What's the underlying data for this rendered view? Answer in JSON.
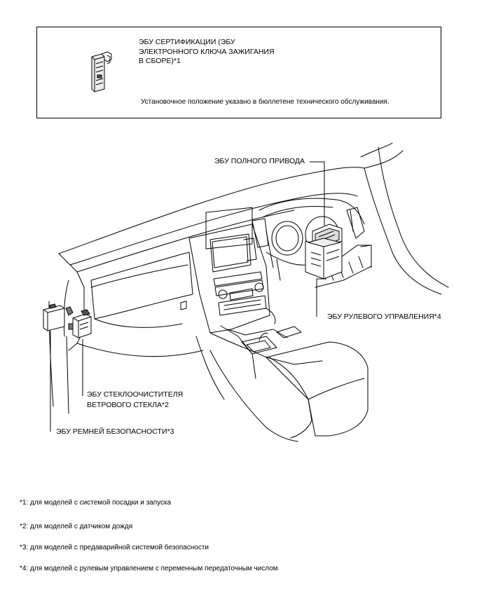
{
  "legend": {
    "title": "ЭБУ СЕРТИФИКАЦИИ (ЭБУ ЭЛЕКТРОННОГО КЛЮЧА ЗАЖИГАНИЯ В СБОРЕ)*1",
    "note": "Установочное положение указано в бюллетене технического обслуживания."
  },
  "callouts": {
    "awd_ecu": "ЭБУ ПОЛНОГО ПРИВОДА",
    "steering_ecu": "ЭБУ РУЛЕВОГО УПРАВЛЕНИЯ*4",
    "wiper_ecu_line1": "ЭБУ СТЕКЛООЧИСТИТЕЛЯ",
    "wiper_ecu_line2": "ВЕТРОВОГО СТЕКЛА*2",
    "seatbelt_ecu": "ЭБУ РЕМНЕЙ БЕЗОПАСНОСТИ*3"
  },
  "footnotes": [
    "*1: для моделей с системой посадки и запуска",
    "*2: для моделей с датчиком дождя",
    "*3: для моделей с предаварийной системой безопасности",
    "*4: для моделей с рулевым управлением с переменным передаточным числом"
  ]
}
